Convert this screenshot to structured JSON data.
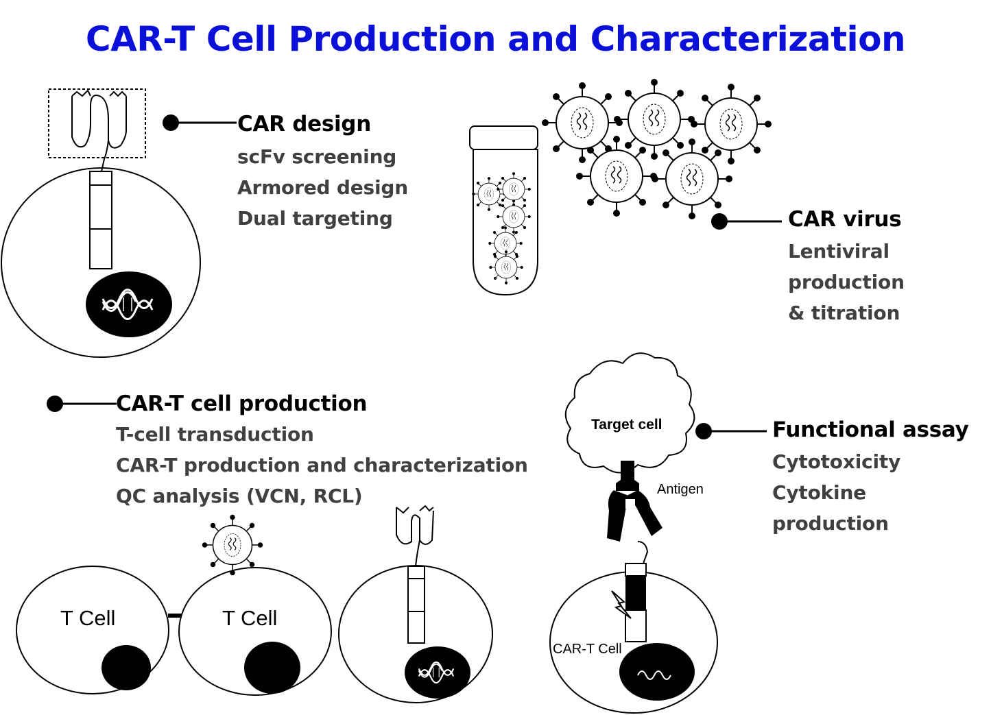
{
  "title": "CAR-T Cell Production and Characterization",
  "colors": {
    "title": "#0b10d8",
    "heading": "#000000",
    "item": "#404040"
  },
  "sections": {
    "car_design": {
      "heading": "CAR design",
      "items": [
        "scFv screening",
        "Armored design",
        "Dual targeting"
      ]
    },
    "car_virus": {
      "heading": "CAR virus",
      "items": [
        "Lentiviral",
        "production",
        "& titration"
      ]
    },
    "car_t_production": {
      "heading": "CAR-T cell production",
      "items": [
        "T-cell transduction",
        "CAR-T production and  characterization",
        "QC analysis (VCN, RCL)"
      ]
    },
    "functional_assay": {
      "heading": "Functional assay",
      "items": [
        "Cytotoxicity",
        "Cytokine",
        "production"
      ]
    }
  },
  "labels": {
    "t_cell_1": "T Cell",
    "t_cell_2": "T Cell",
    "target_cell": "Target cell",
    "antigen": "Antigen",
    "car_t_cell": "CAR-T Cell"
  },
  "icons": [
    "car-cell-icon",
    "dna-icon",
    "virus-icon",
    "test-tube-icon",
    "arrow-icon",
    "lightning-icon",
    "target-cell-icon",
    "antigen-icon"
  ]
}
